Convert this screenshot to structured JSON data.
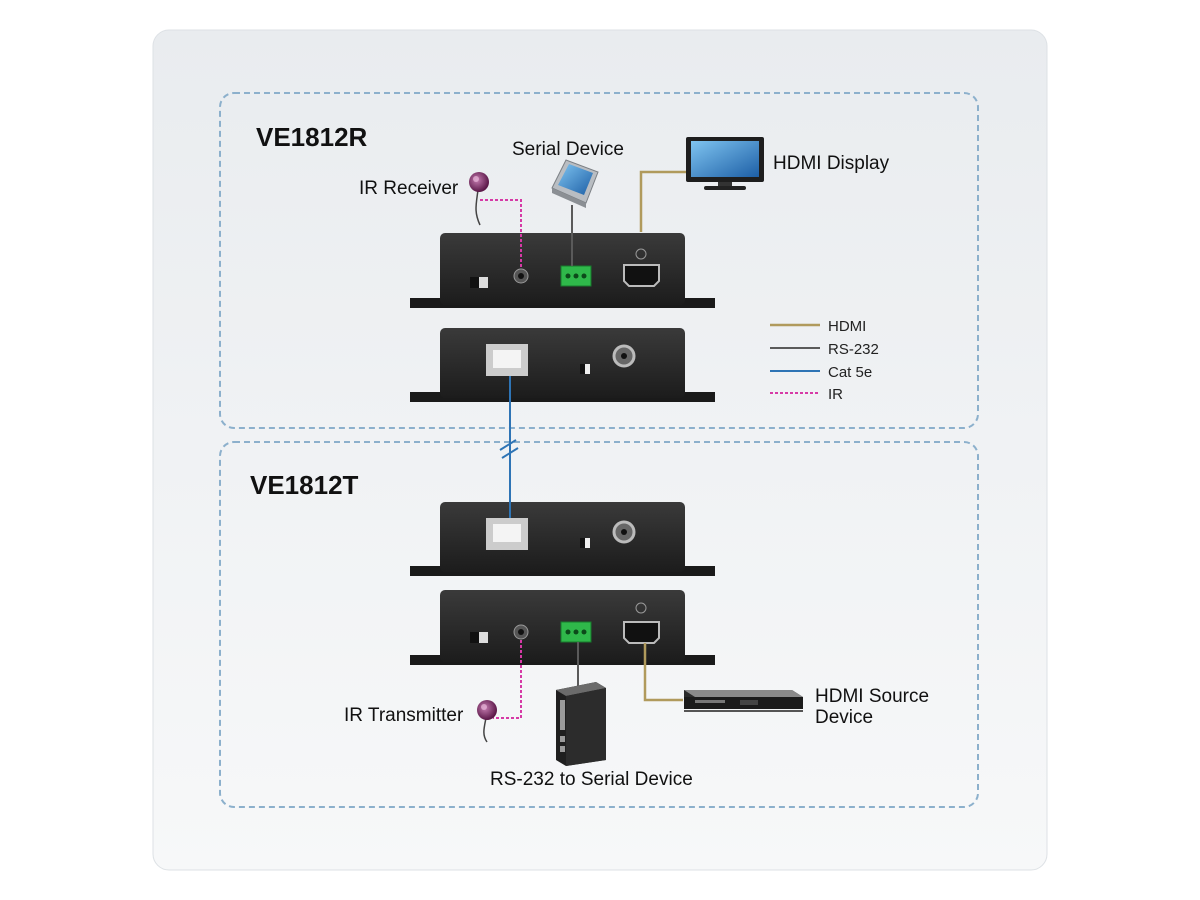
{
  "colors": {
    "hdmi": "#b09a5c",
    "rs232": "#5a5a5a",
    "cat5e": "#2e74b5",
    "ir": "#d63aa6",
    "zone_border": "#8cb0cc",
    "device_body": "#2a2a2a"
  },
  "receiver": {
    "model": "VE1812R",
    "serial_device": "Serial Device",
    "hdmi_display": "HDMI Display",
    "ir_receiver": "IR Receiver"
  },
  "transmitter": {
    "model": "VE1812T",
    "ir_transmitter": "IR Transmitter",
    "rs232_device": "RS-232 to Serial Device",
    "hdmi_source_line1": "HDMI Source",
    "hdmi_source_line2": "Device"
  },
  "legend": {
    "hdmi": "HDMI",
    "rs232": "RS-232",
    "cat5e": "Cat 5e",
    "ir": "IR"
  },
  "icons": [
    "ir-receiver-icon",
    "serial-device-icon",
    "hdmi-display-icon",
    "ir-transmitter-icon",
    "pc-tower-icon",
    "hdmi-source-device-icon"
  ]
}
